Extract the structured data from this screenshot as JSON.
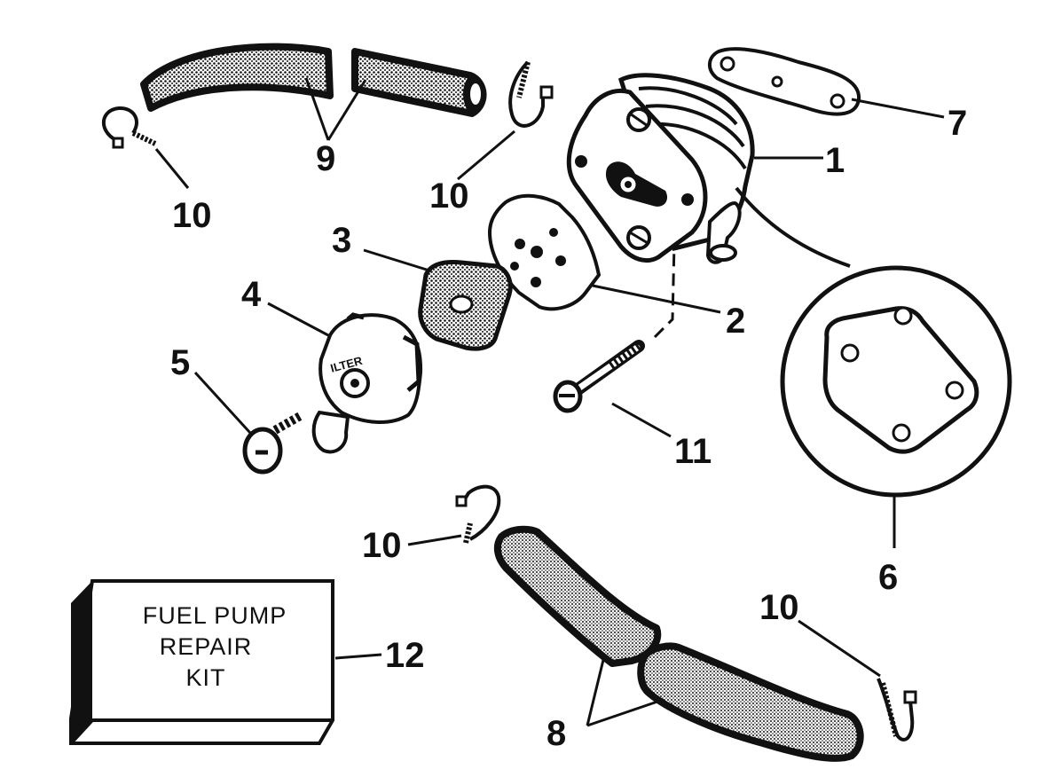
{
  "callouts": {
    "c1": "1",
    "c2": "2",
    "c3": "3",
    "c4": "4",
    "c5": "5",
    "c6": "6",
    "c7": "7",
    "c8": "8",
    "c9": "9",
    "c10a": "10",
    "c10b": "10",
    "c10c": "10",
    "c10d": "10",
    "c11": "11",
    "c12": "12"
  },
  "kit": {
    "line1": "FUEL PUMP",
    "line2": "REPAIR",
    "line3": "KIT"
  },
  "filter_cover_text": "ILTER"
}
